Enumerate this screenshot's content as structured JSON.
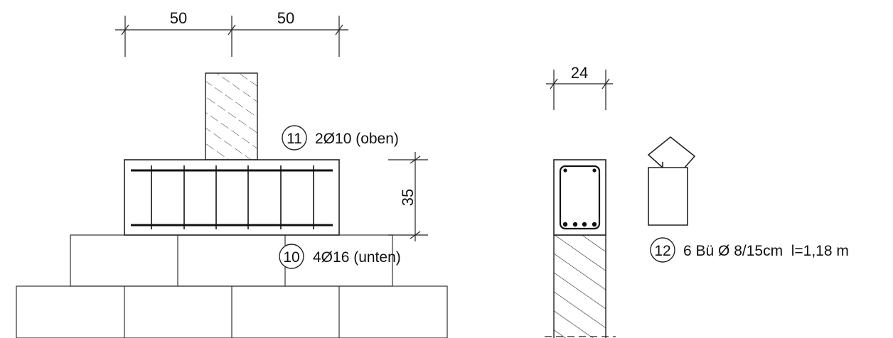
{
  "dimensions": {
    "left_width_1": "50",
    "left_width_2": "50",
    "beam_height": "35",
    "section_width": "24"
  },
  "rebar_labels": {
    "top": {
      "number": "11",
      "text": "2Ø10 (oben)"
    },
    "bottom": {
      "number": "10",
      "text": "4Ø16 (unten)"
    },
    "stirrup": {
      "number": "12",
      "text": "6 Bü Ø 8/15cm  l=1,18 m"
    }
  }
}
